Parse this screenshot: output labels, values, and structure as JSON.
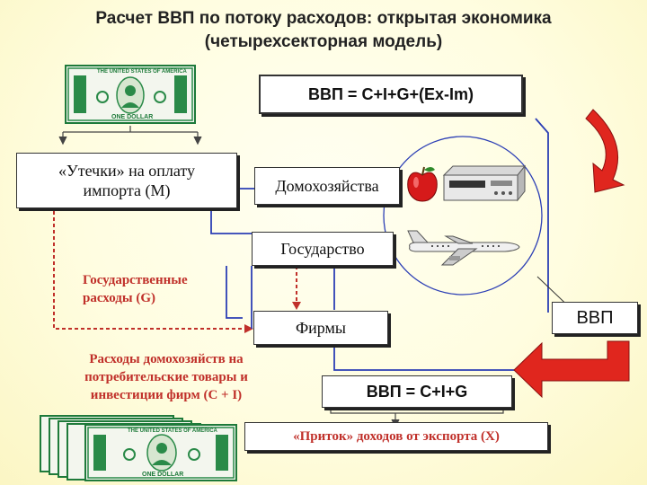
{
  "title": {
    "line1": "Расчет ВВП по потоку расходов: открытая экономика",
    "line2": "(четырехсекторная модель)"
  },
  "formula_open": "ВВП = C+I+G+(Ex-Im)",
  "leak_box": {
    "line1": "«Утечки» на оплату",
    "line2": "импорта (M)"
  },
  "sectors": {
    "households": "Домохозяйства",
    "government": "Государство",
    "firms": "Фирмы"
  },
  "gov_spending": {
    "line1": "Государственные",
    "line2": "расходы (G)"
  },
  "consumer_spending": {
    "line1": "Расходы домохозяйств на",
    "line2": "потребительские товары и",
    "line3": "инвестиции фирм (C + I)"
  },
  "formula_closed": "ВВП = C+I+G",
  "inflow_box": "«Приток» доходов от экспорта (X)",
  "gdp_label": "ВВП",
  "banknote_text": {
    "top": "THE UNITED STATES OF AMERICA",
    "bottom": "ONE DOLLAR"
  },
  "icons": [
    "dollar-bill-icon",
    "apple-icon",
    "vcr-icon",
    "airplane-icon",
    "curved-arrow-icon",
    "red-arrow-icon"
  ],
  "colors": {
    "flow_blue": "#2c3fb5",
    "flow_red_dashed": "#c0302a",
    "arrow_red": "#e0261e",
    "bill_green": "#1e7a3a"
  }
}
